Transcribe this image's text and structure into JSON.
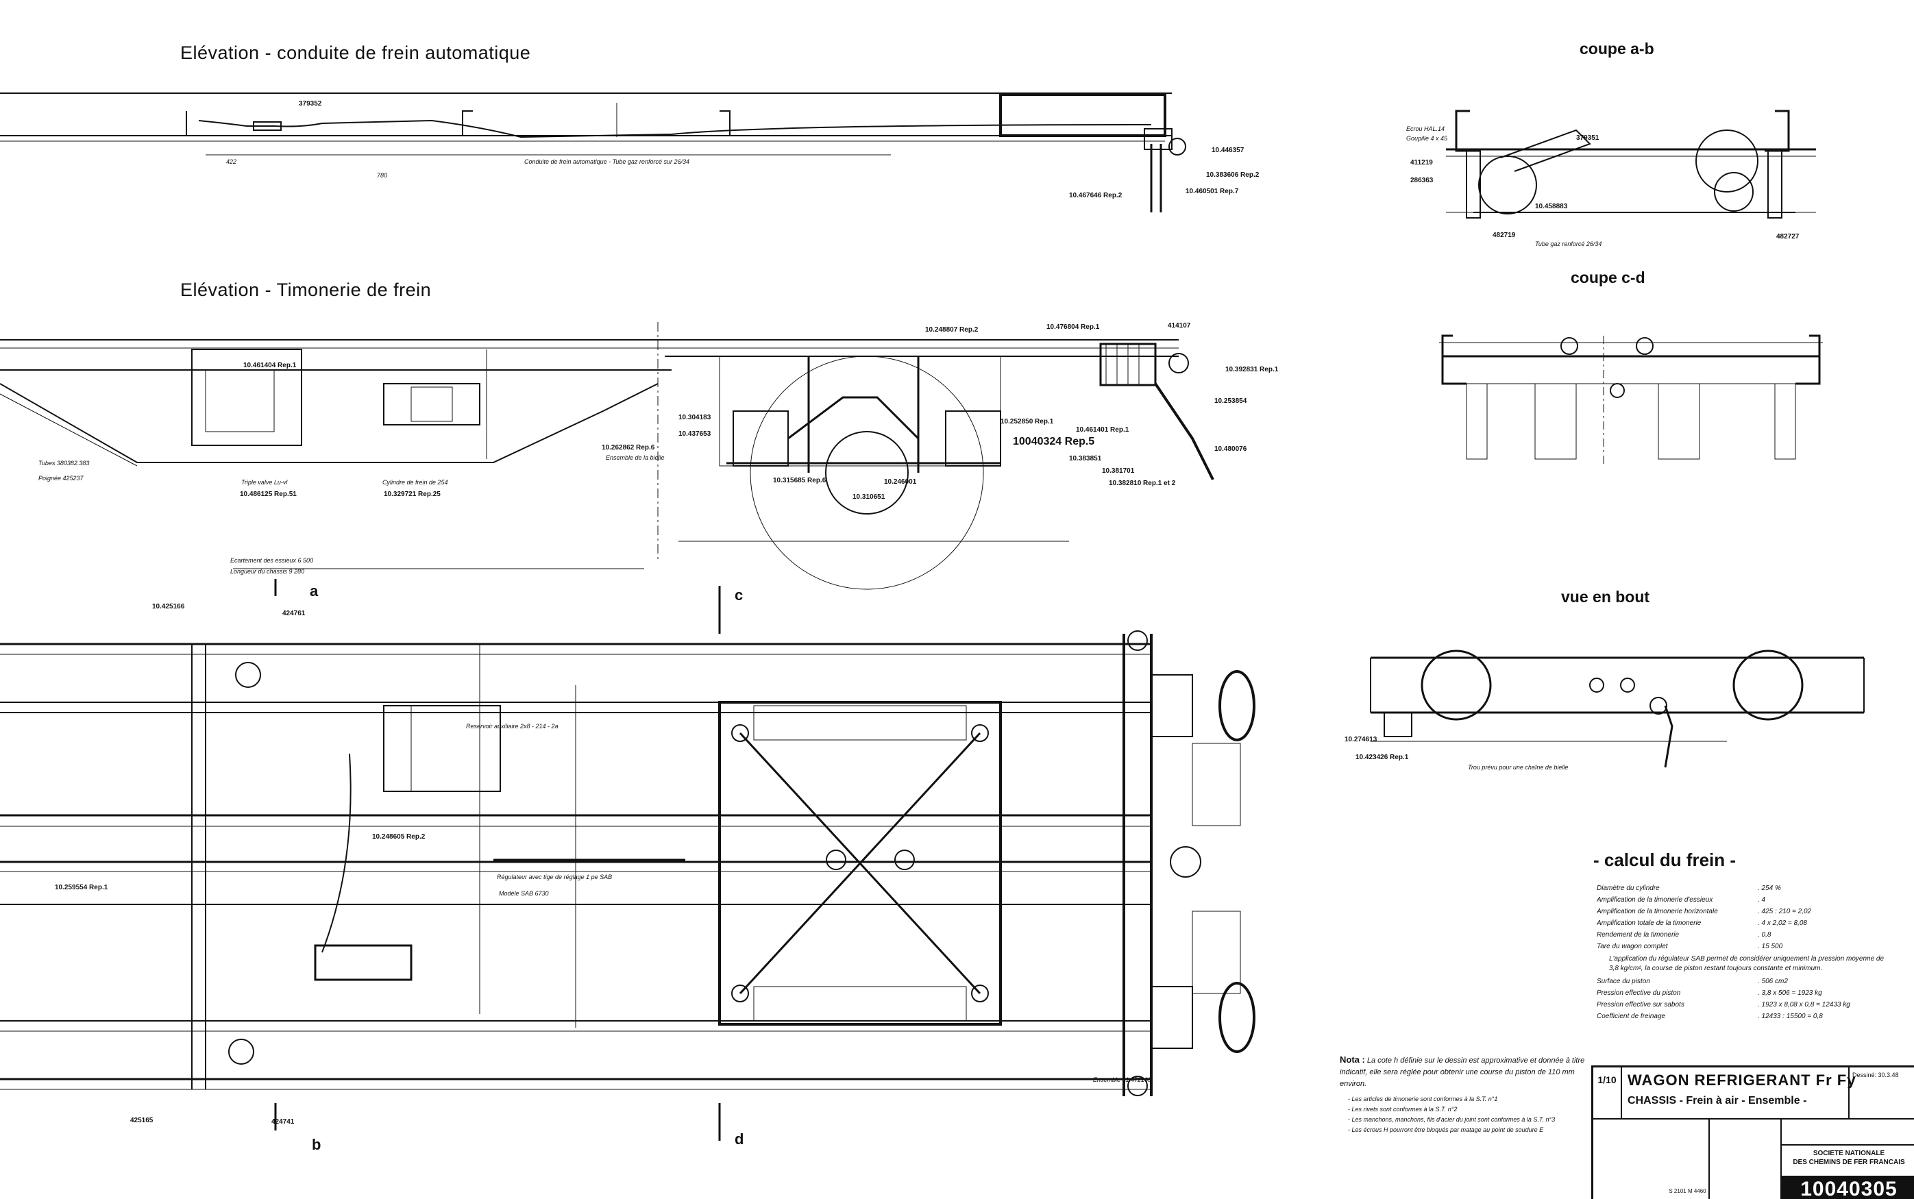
{
  "titles": {
    "elev1": "Elévation - conduite de frein automatique",
    "elev2": "Elévation - Timonerie de frein",
    "coupe_ab": "coupe a-b",
    "coupe_cd": "coupe c-d",
    "vue_bout": "vue en bout"
  },
  "section_marks": {
    "a": "a",
    "b": "b",
    "c": "c",
    "d": "d"
  },
  "labels_elev1": {
    "ref_379352": "379352",
    "ref_446357": "10.446357",
    "ref_383606": "10.383606 Rep.2",
    "ref_460501": "10.460501 Rep.7",
    "ref_467646": "10.467646 Rep.2",
    "dim_422": "422",
    "dim_780": "780",
    "note_conduite": "Conduite de frein automatique - Tube gaz renforcé sur 26/34"
  },
  "labels_elev2": {
    "ref_461404": "10.461404 Rep.1",
    "ref_248807": "10.248807 Rep.2",
    "ref_476804": "10.476804 Rep.1",
    "ref_414107": "414107",
    "ref_304183": "10.304183",
    "ref_437653": "10.437653",
    "ref_262862": "10.262862 Rep.6",
    "ensemble_bielle": "Ensemble de la bielle",
    "ref_252850": "10.252850 Rep.1",
    "ref_461401": "10.461401 Rep.1",
    "ref_10040324": "10040324 Rep.5",
    "ref_315685": "10.315685 Rep.6",
    "ref_246001": "10.246001",
    "ref_310651": "10.310651",
    "ref_383851": "10.383851",
    "ref_381701": "10.381701",
    "ref_382810": "10.382810 Rep.1 et 2",
    "ref_392831": "10.392831 Rep.1",
    "ref_253854": "10.253854",
    "ref_480076": "10.480076",
    "tubes": "Tubes 380382.383",
    "poignee": "Poignée 425237",
    "triple_valve": "Triple valve Lu-vl",
    "ref_486125": "10.486125 Rep.51",
    "cylindre": "Cylindre de frein de 254",
    "ref_329721": "10.329721 Rep.25",
    "ecartement": "Ecartement des essieux 6 500",
    "longueur": "Longueur du chassis 9 280"
  },
  "labels_plan": {
    "ref_425166": "10.425166",
    "ref_424761": "424761",
    "reservoir": "Reservoir auxiliaire 2x8 - 214 - 2a",
    "ref_248605": "10.248605 Rep.2",
    "ref_259554": "10.259554 Rep.1",
    "regulateur": "Régulateur avec tige de réglage 1 pe SAB",
    "modele": "Modèle SAB 6730",
    "ref_425165": "425165",
    "ref_424741": "424741",
    "ensemble": "Ensemble 01.472103"
  },
  "labels_coupe_ab": {
    "ref_379351": "379351",
    "ref_411219": "411219",
    "ref_286363": "286363",
    "ref_458883": "10.458883",
    "ref_482719": "482719",
    "ref_482727": "482727",
    "tube_gaz": "Tube gaz renforcé 26/34",
    "ecrou": "Ecrou HAL.14",
    "goupille": "Goupille 4 x 45"
  },
  "labels_vue_bout": {
    "ref_274613": "10.274613",
    "ref_423426": "10.423426 Rep.1",
    "trou_chaine": "Trou prévu pour une chaîne de bielle"
  },
  "calc": {
    "title": "- calcul du frein -",
    "rows": [
      {
        "k": "Diamètre du cylindre",
        "v": ". 254 %"
      },
      {
        "k": "Amplification de la timonerie d'essieux",
        "v": ". 4"
      },
      {
        "k": "Amplification de la timonerie horizontale",
        "v": ". 425 : 210 = 2,02"
      },
      {
        "k": "Amplification totale de la timonerie",
        "v": ". 4 x 2,02 = 8,08"
      },
      {
        "k": "Rendement de la timonerie",
        "v": ". 0,8"
      },
      {
        "k": "Tare du wagon complet",
        "v": ". 15 500"
      }
    ],
    "note": "L'application du régulateur SAB permet de considérer uniquement la pression moyenne de 3,8 kg/cm², la course de piston restant toujours constante et minimum.",
    "rows2": [
      {
        "k": "Surface du piston",
        "v": ". 506 cm2"
      },
      {
        "k": "Pression effective du piston",
        "v": ". 3,8 x 506 = 1923 kg"
      },
      {
        "k": "Pression effective sur sabots",
        "v": ". 1923 x 8,08 x 0,8 = 12433 kg"
      },
      {
        "k": "Coefficient de freinage",
        "v": ". 12433 : 15500 = 0,8"
      }
    ]
  },
  "note": {
    "head": "Nota :",
    "text": "La cote h définie sur le dessin est approximative et donnée à titre indicatif, elle sera réglée pour obtenir une course du piston de 110 mm environ.",
    "items": [
      "- Les articles de timonerie sont conformes à la S.T. n°1",
      "- Les rivets sont conformes à la S.T. n°2",
      "- Les manchons, manchons, fils d'acier du joint sont conformes à la S.T. n°3",
      "- Les écrous H pourront être bloqués par matage au point de soudure E"
    ]
  },
  "titleblock": {
    "scale": "1/10",
    "name": "WAGON REFRIGERANT Fr Fy",
    "sub": "CHASSIS - Frein à air - Ensemble -",
    "side": "Dessiné: 30.3.48",
    "org1": "SOCIETE NATIONALE",
    "org2": "DES CHEMINS DE FER FRANCAIS",
    "number": "10040305",
    "ref": "S 2101 M 4460"
  }
}
